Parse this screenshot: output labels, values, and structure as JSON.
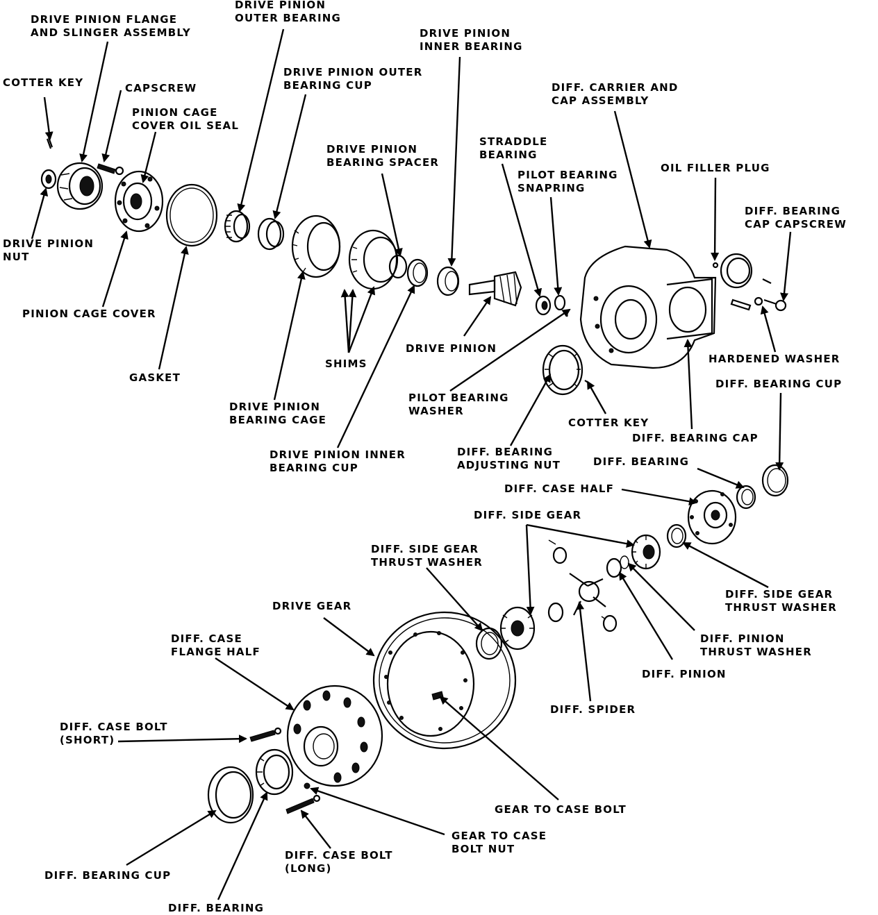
{
  "labels": {
    "drive_pinion_flange": "DRIVE PINION FLANGE\nAND SLINGER ASSEMBLY",
    "drive_pinion_outer_bearing": "DRIVE PINION\nOUTER BEARING",
    "drive_pinion_inner_bearing": "DRIVE PINION\nINNER BEARING",
    "cotter_key_top": "COTTER KEY",
    "capscrew": "CAPSCREW",
    "drive_pinion_outer_bearing_cup": "DRIVE PINION OUTER\nBEARING CUP",
    "pinion_cage_cover_oil_seal": "PINION CAGE\nCOVER OIL SEAL",
    "diff_carrier_cap_assembly": "DIFF. CARRIER AND\nCAP ASSEMBLY",
    "drive_pinion_bearing_spacer": "DRIVE PINION\nBEARING SPACER",
    "straddle_bearing": "STRADDLE\nBEARING",
    "oil_filler_plug": "OIL FILLER PLUG",
    "pilot_bearing_snapring": "PILOT BEARING\nSNAPRING",
    "diff_bearing_cap_capscrew": "DIFF. BEARING\nCAP CAPSCREW",
    "drive_pinion_nut": "DRIVE PINION\nNUT",
    "pinion_cage_cover": "PINION CAGE COVER",
    "drive_pinion": "DRIVE PINION",
    "hardened_washer": "HARDENED WASHER",
    "shims": "SHIMS",
    "gasket": "GASKET",
    "diff_bearing_cup_right": "DIFF. BEARING CUP",
    "pilot_bearing_washer": "PILOT BEARING\nWASHER",
    "drive_pinion_bearing_cage": "DRIVE PINION\nBEARING CAGE",
    "cotter_key_mid": "COTTER KEY",
    "diff_bearing_cap": "DIFF. BEARING CAP",
    "drive_pinion_inner_bearing_cup": "DRIVE PINION INNER\nBEARING CUP",
    "diff_bearing_adjusting_nut": "DIFF. BEARING\nADJUSTING NUT",
    "diff_bearing_right": "DIFF. BEARING",
    "diff_case_half": "DIFF. CASE HALF",
    "diff_side_gear": "DIFF. SIDE GEAR",
    "diff_side_gear_thrust_washer_left": "DIFF. SIDE GEAR\nTHRUST WASHER",
    "diff_side_gear_thrust_washer_right": "DIFF. SIDE GEAR\nTHRUST WASHER",
    "drive_gear": "DRIVE GEAR",
    "diff_case_flange_half": "DIFF. CASE\nFLANGE HALF",
    "diff_pinion_thrust_washer": "DIFF. PINION\nTHRUST WASHER",
    "diff_pinion": "DIFF. PINION",
    "diff_case_bolt_short": "DIFF. CASE BOLT\n(SHORT)",
    "diff_spider": "DIFF. SPIDER",
    "gear_to_case_bolt": "GEAR TO CASE BOLT",
    "gear_to_case_bolt_nut": "GEAR TO CASE\nBOLT NUT",
    "diff_case_bolt_long": "DIFF. CASE BOLT\n(LONG)",
    "diff_bearing_cup_left": "DIFF. BEARING CUP",
    "diff_bearing_bottom": "DIFF. BEARING"
  }
}
